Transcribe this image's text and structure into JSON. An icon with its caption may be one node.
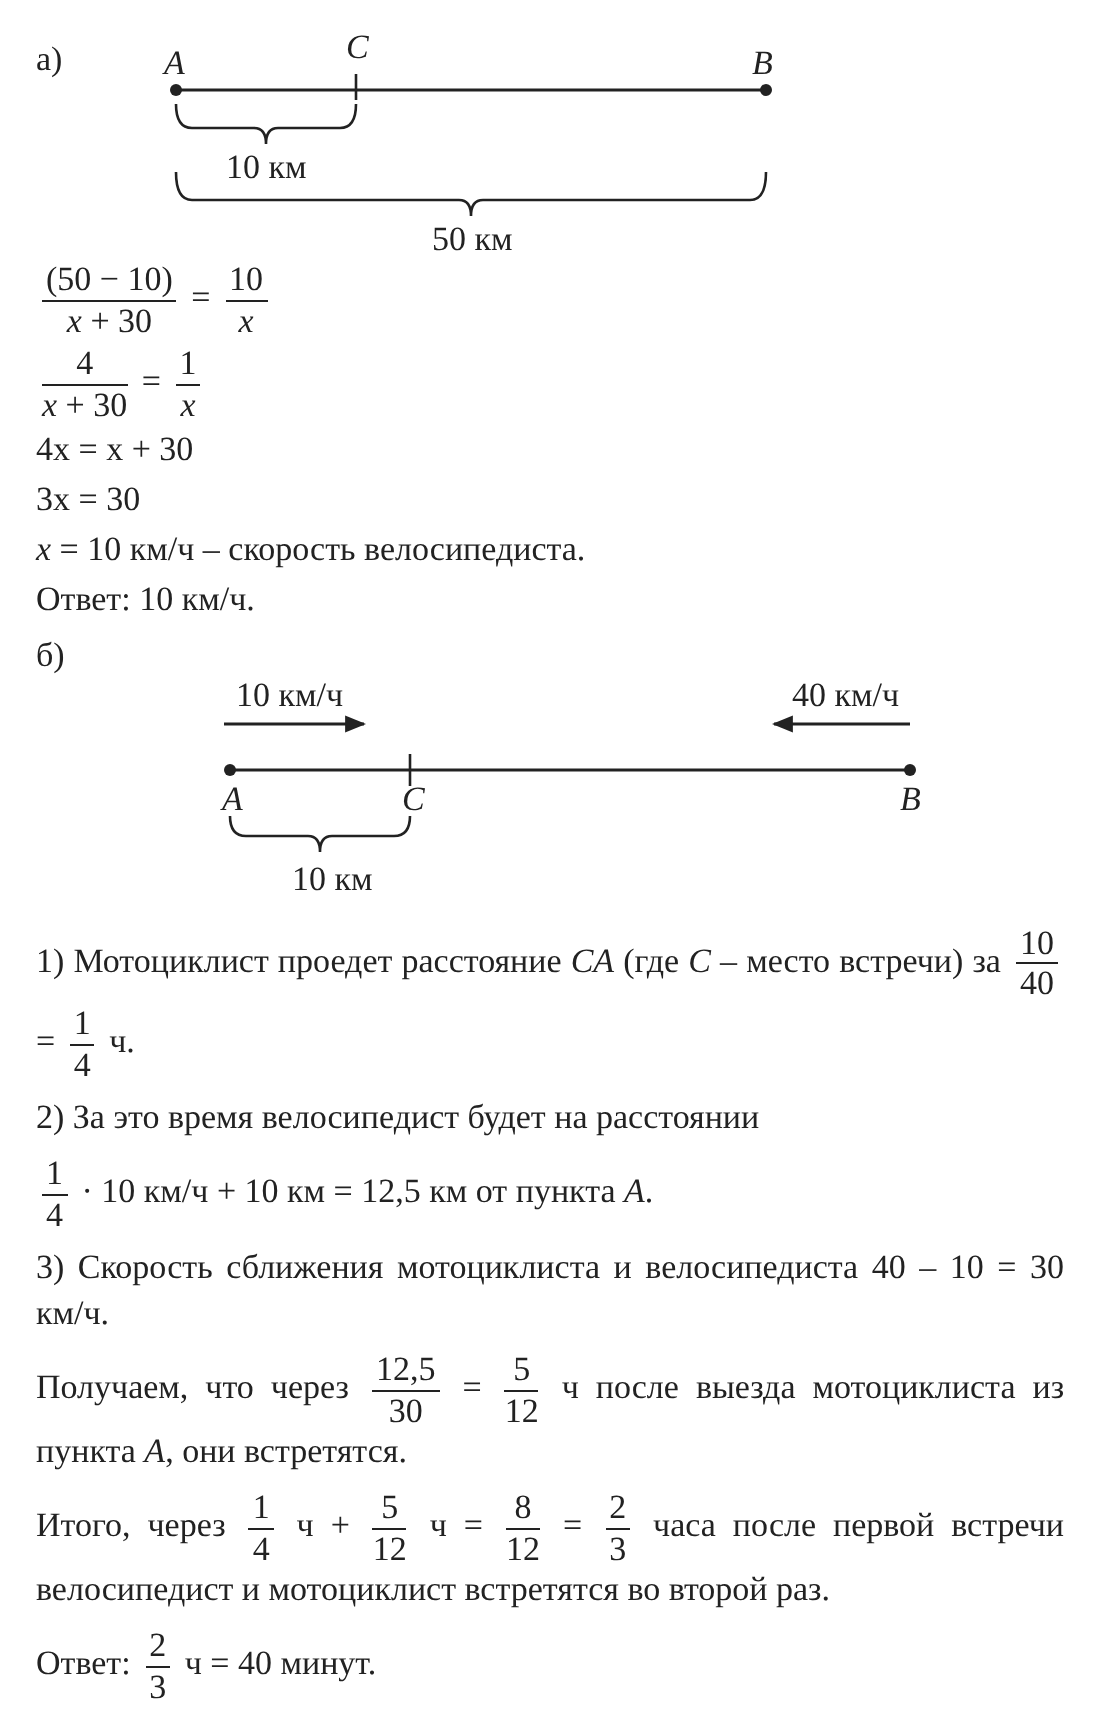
{
  "diagram": {
    "labels": [
      "а)",
      "A",
      "C",
      "B",
      "10 км",
      "50 км",
      "(50 − 10)",
      "*x* + 30",
      "=",
      "10",
      "*x*",
      "4",
      "*x* + 30",
      "=",
      "1",
      "*x*",
      "4x = x + 30",
      "3x = 30",
      "*x* = 10 км/ч – скорость велосипедиста.",
      "Ответ: 10 км/ч.",
      "б)",
      "10 км/ч",
      "40 км/ч",
      "A",
      "C",
      "B",
      "10 км",
      "1) Мотоциклист проедет расстояние *CA* (где *C* – место встречи) за",
      "10",
      "40",
      "=",
      "1",
      "4",
      "ч.",
      "2) За это время велосипедист будет на расстоянии",
      "1",
      "4",
      "· 10 км/ч + 10 км = 12,5 км от пункта *A*.",
      "3) Скорость сближения мотоциклиста и велосипедиста 40 – 10 = 30 км/ч.",
      "Получаем, что через",
      "12,5",
      "30",
      "=",
      "5",
      "12",
      "ч после выезда мотоциклиста из пункта *A*, они встретятся.",
      "Итого, через",
      "1",
      "4",
      "ч +",
      "5",
      "12",
      "ч =",
      "8",
      "12",
      "=",
      "2",
      "3",
      "часа после первой встречи велосипедист и мотоциклист встретятся во второй раз.",
      "Ответ:",
      "2",
      "3",
      "ч = 40 минут."
    ]
  }
}
